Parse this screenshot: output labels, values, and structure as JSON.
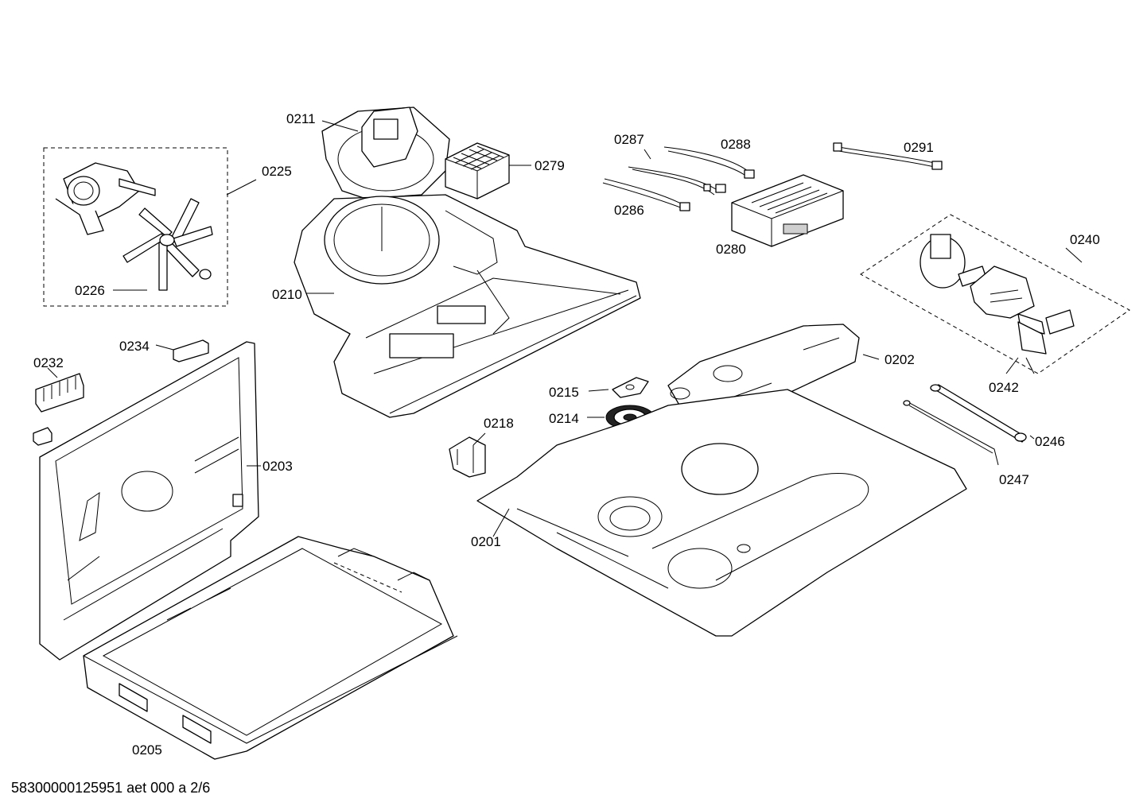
{
  "footer": "58300000125951 aet 000 a 2/6",
  "parts": {
    "p0201": "0201",
    "p0202": "0202",
    "p0203": "0203",
    "p0205": "0205",
    "p0210": "0210",
    "p0211": "0211",
    "p0214": "0214",
    "p0215": "0215",
    "p0218": "0218",
    "p0225": "0225",
    "p0226": "0226",
    "p0232": "0232",
    "p0234": "0234",
    "p0240": "0240",
    "p0242": "0242",
    "p0246": "0246",
    "p0247": "0247",
    "p0279": "0279",
    "p0280": "0280",
    "p0286": "0286",
    "p0287": "0287",
    "p0288": "0288",
    "p0291": "0291"
  }
}
